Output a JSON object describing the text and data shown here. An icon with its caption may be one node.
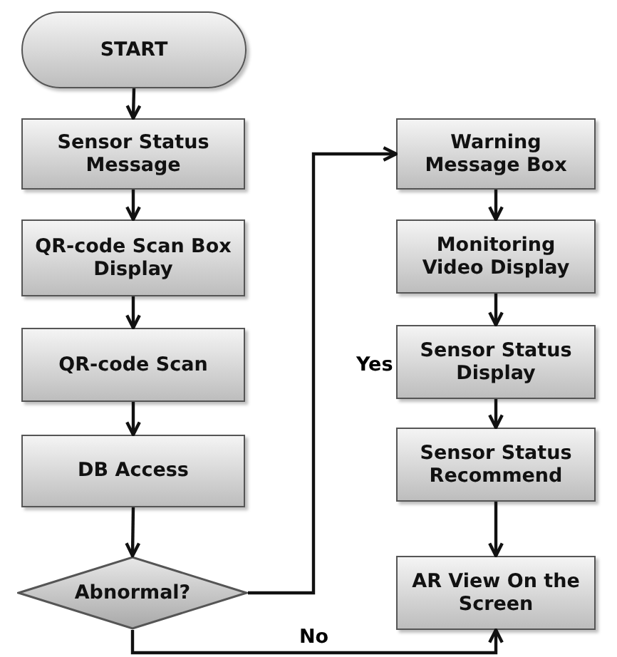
{
  "diagram": {
    "nodes": [
      {
        "text": [
          "START"
        ]
      },
      {
        "text": [
          "Sensor Status Message"
        ]
      },
      {
        "text": [
          "QR-code Scan Box Display"
        ]
      },
      {
        "text": [
          "QR-code Scan"
        ]
      },
      {
        "text": [
          "DB Access"
        ]
      },
      {
        "text": [
          "Abnormal?"
        ]
      },
      {
        "text": [
          "Warning Message Box"
        ]
      },
      {
        "text": [
          "Monitoring Video Display"
        ]
      },
      {
        "text": [
          "Sensor Status Display"
        ]
      },
      {
        "text": [
          "Sensor Status Recommend"
        ]
      },
      {
        "text": [
          "AR View On the Screen"
        ]
      }
    ],
    "edges": [
      {
        "from": 0,
        "to": 1,
        "arrow": "to"
      },
      {
        "from": 1,
        "to": 2,
        "arrow": "to"
      },
      {
        "from": 2,
        "to": 3,
        "arrow": "to"
      },
      {
        "from": 3,
        "to": 4,
        "arrow": "to"
      },
      {
        "from": 4,
        "to": 5,
        "arrow": "to"
      },
      {
        "from": 5,
        "to": 6,
        "arrow": "to",
        "label": "Yes"
      },
      {
        "from": 6,
        "to": 7,
        "arrow": "to"
      },
      {
        "from": 7,
        "to": 8,
        "arrow": "to"
      },
      {
        "from": 8,
        "to": 9,
        "arrow": "to"
      },
      {
        "from": 9,
        "to": 10,
        "arrow": "to"
      },
      {
        "from": 5,
        "to": 10,
        "arrow": "to",
        "label": "No"
      }
    ]
  }
}
